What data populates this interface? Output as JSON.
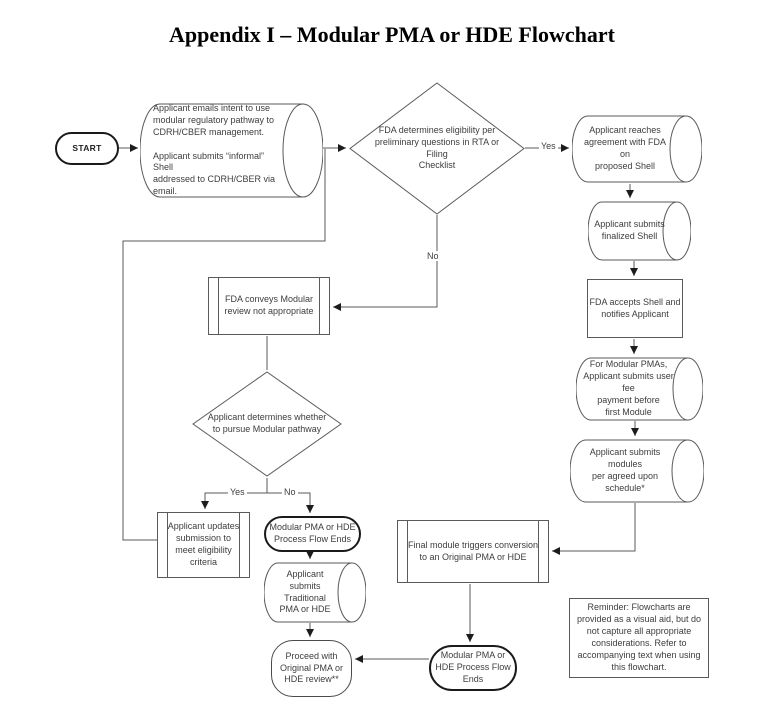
{
  "title": "Appendix I – Modular PMA or HDE Flowchart",
  "colors": {
    "line_stroke": "#5a5a5a",
    "terminator_stroke": "#1a1a1a",
    "text": "#3d3d3d",
    "title_text": "#000000",
    "background": "#ffffff"
  },
  "nodes": {
    "start": "START",
    "email_intent": "Applicant emails intent to use\nmodular regulatory pathway to\nCDRH/CBER management.\n\nApplicant submits “informal” Shell\naddressed to CDRH/CBER via email.",
    "eligibility_decision": "FDA determines eligibility per\npreliminary questions in RTA or Filing\nChecklist",
    "reaches_agreement": "Applicant reaches\nagreement with FDA on\nproposed Shell",
    "finalized_shell": "Applicant submits\nfinalized Shell",
    "accepts_shell": "FDA accepts Shell and\nnotifies Applicant",
    "user_fee": "For Modular PMAs,\nApplicant submits user fee\npayment before\nfirst Module",
    "submits_modules": "Applicant submits modules\nper agreed upon schedule*",
    "conveys_not_appropriate": "FDA conveys Modular\nreview not appropriate",
    "pursue_decision": "Applicant determines whether\nto pursue Modular pathway",
    "updates_submission": "Applicant updates\nsubmission to\nmeet eligibility\ncriteria",
    "flow_ends_1": "Modular PMA or HDE\nProcess Flow Ends",
    "traditional": "Applicant submits\nTraditional\nPMA or HDE",
    "proceed_original": "Proceed with\nOriginal PMA or\nHDE review**",
    "final_module_conversion": "Final module triggers conversion\nto an Original PMA or HDE",
    "flow_ends_2": "Modular PMA or\nHDE Process Flow\nEnds",
    "reminder": "Reminder: Flowcharts are\nprovided as a visual aid, but do\nnot capture all appropriate\nconsiderations. Refer to\naccompanying text when  using\nthis flowchart."
  },
  "edge_labels": {
    "eligibility_yes": "Yes",
    "eligibility_no": "No",
    "pursue_yes": "Yes",
    "pursue_no": "No"
  }
}
